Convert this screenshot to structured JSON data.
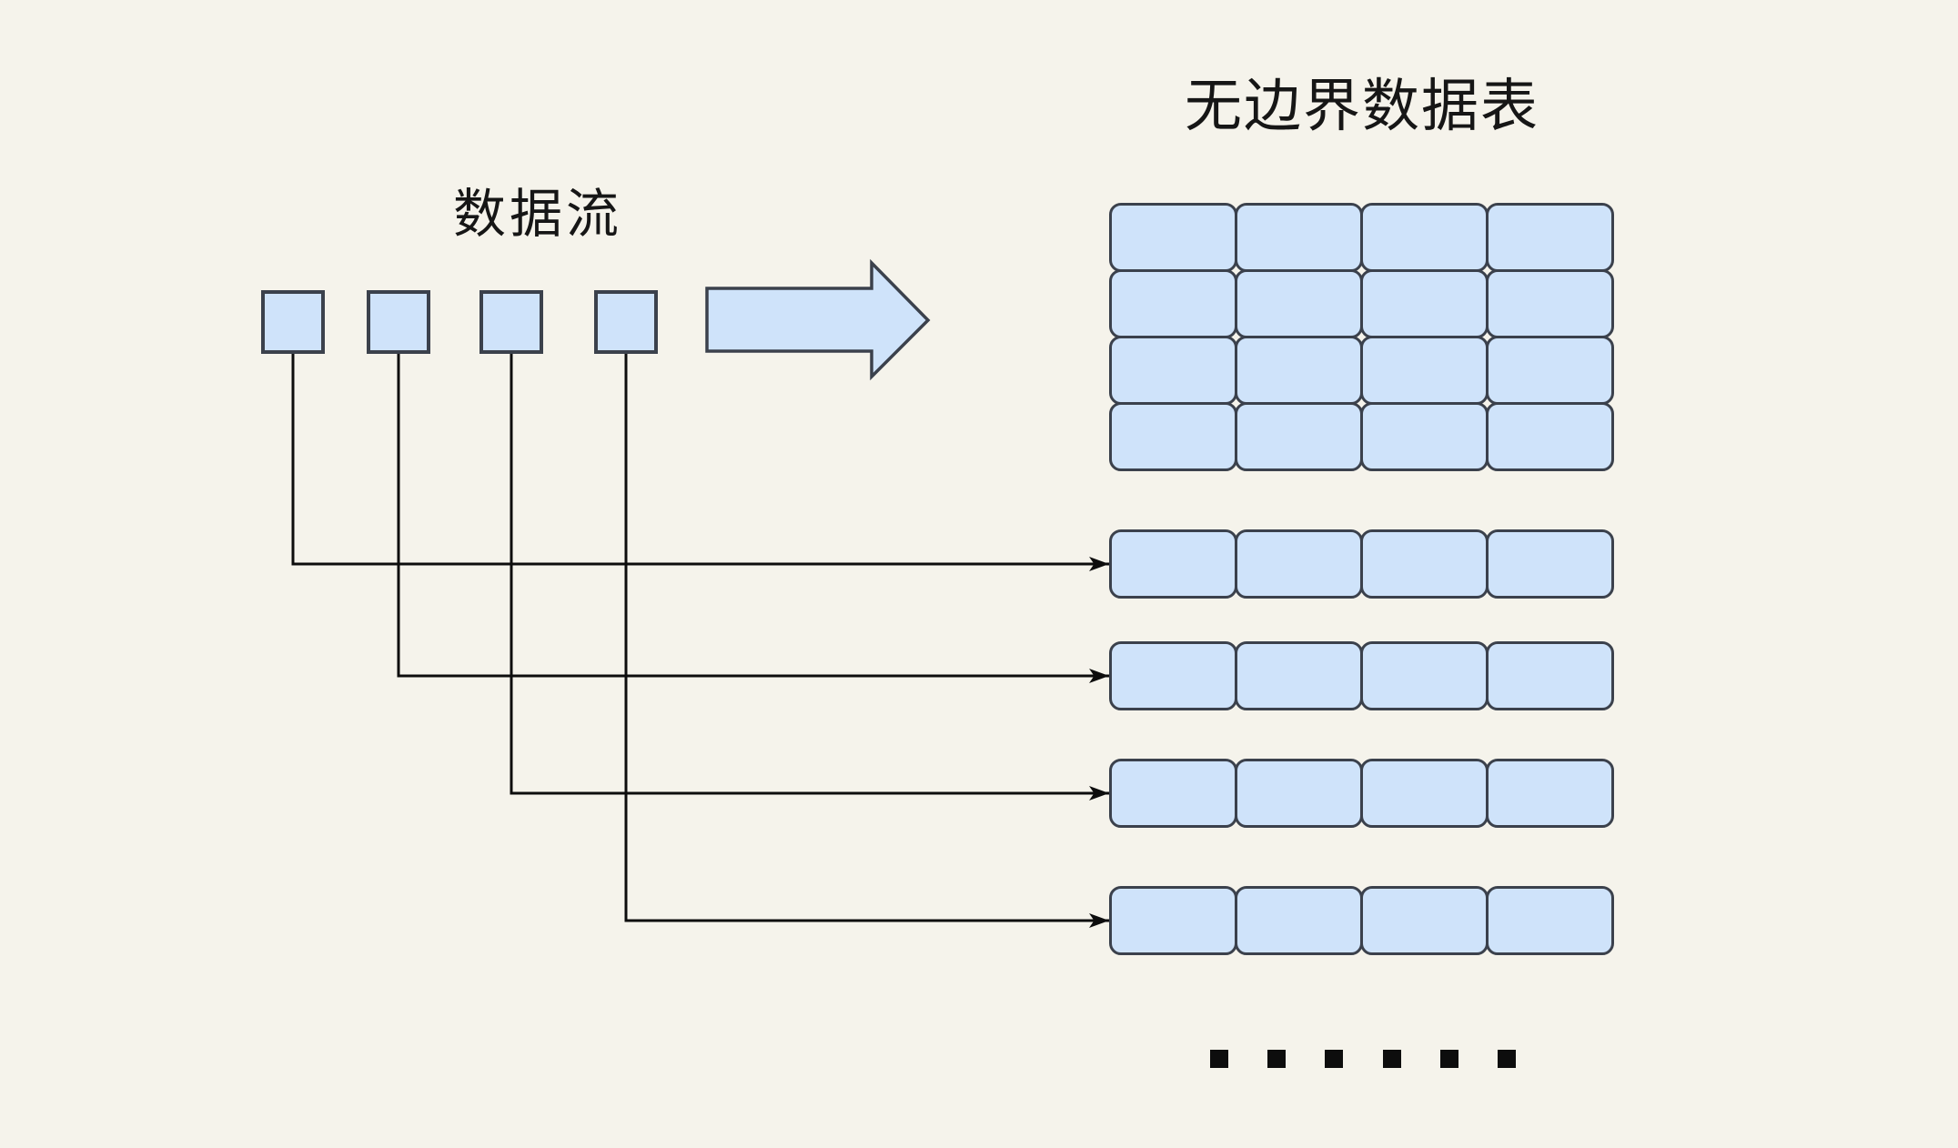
{
  "diagram": {
    "stream": {
      "title": "数据流",
      "square_count": 4
    },
    "table": {
      "title": "无边界数据表",
      "grid_rows": 4,
      "grid_cols": 4,
      "appended_row_count": 4,
      "appended_row_cols": 4,
      "ellipsis_dot_count": 6
    },
    "connections": [
      {
        "from": "stream-square-1",
        "to": "appended-row-1"
      },
      {
        "from": "stream-square-2",
        "to": "appended-row-2"
      },
      {
        "from": "stream-square-3",
        "to": "appended-row-3"
      },
      {
        "from": "stream-square-4",
        "to": "appended-row-4"
      }
    ],
    "colors": {
      "background": "#f5f3eb",
      "shape_fill": "#cfe3fa",
      "shape_stroke": "#3b414c",
      "line": "#0d0d0d",
      "text": "#161616"
    }
  }
}
